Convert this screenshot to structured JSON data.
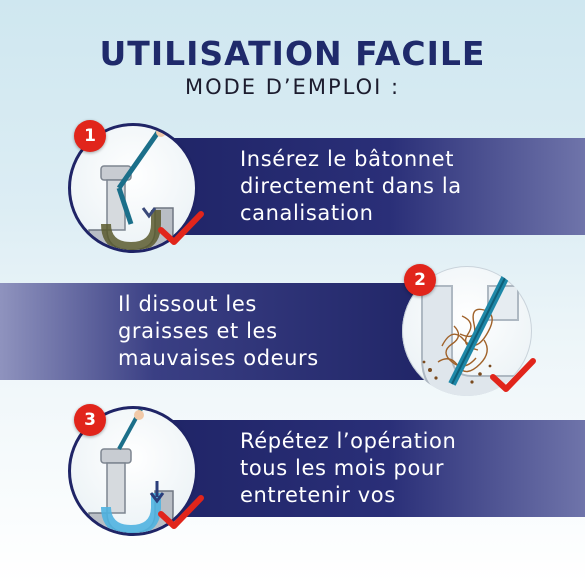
{
  "header": {
    "title": "UTILISATION FACILE",
    "subtitle": "MODE D’EMPLOI :"
  },
  "steps": [
    {
      "number": "1",
      "lines": [
        "Insérez le bâtonnet",
        "directement dans la",
        "canalisation"
      ]
    },
    {
      "number": "2",
      "lines": [
        " Il dissout les",
        "graisses et les",
        "mauvaises odeurs"
      ]
    },
    {
      "number": "3",
      "lines": [
        "Répétez l’opération",
        "tous les mois pour",
        "entretenir vos"
      ]
    }
  ],
  "colors": {
    "band": "#1f2466",
    "title": "#1f2a6b",
    "badge": "#e1251b",
    "check": "#e1251b"
  }
}
